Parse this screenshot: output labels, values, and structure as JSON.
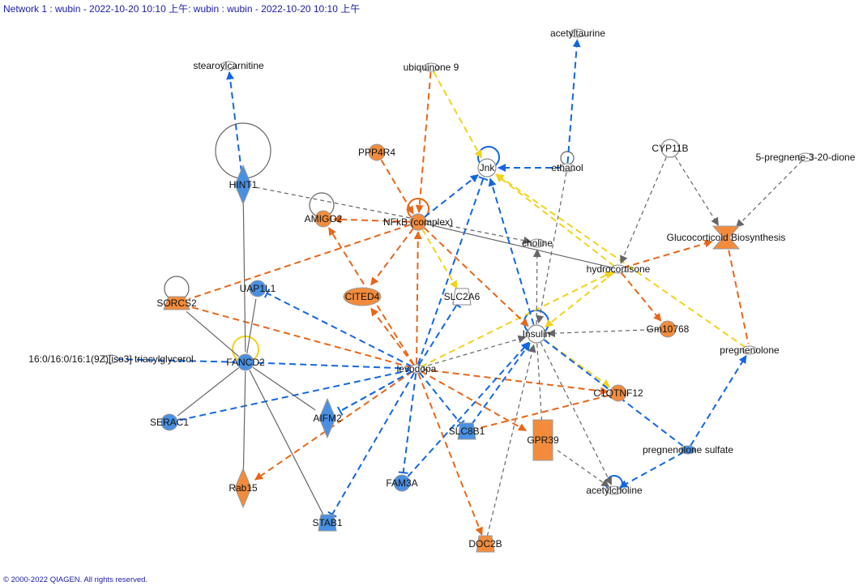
{
  "header": {
    "title": "Network 1 : wubin - 2022-10-20 10:10 上午: wubin : wubin - 2022-10-20 10:10 上午"
  },
  "footer": {
    "copyright": "© 2000-2022 QIAGEN. All rights reserved."
  },
  "colors": {
    "up": "#f28c3c",
    "down": "#4a90e2",
    "neutral": "#ffffff",
    "edge_orange": "#e8661a",
    "edge_blue": "#1366e0",
    "edge_yellow": "#f2d21b",
    "edge_gray": "#666666"
  },
  "nodes": [
    {
      "id": "levodopa",
      "label": "levodopa",
      "type": "chemical",
      "color": "neutral"
    },
    {
      "id": "insulin",
      "label": "Insulin",
      "type": "group",
      "color": "neutral"
    },
    {
      "id": "nfkb",
      "label": "NFkB (complex)",
      "type": "complex",
      "color": "up"
    },
    {
      "id": "jnk",
      "label": "Jnk",
      "type": "group",
      "color": "neutral"
    },
    {
      "id": "ethanol",
      "label": "ethanol",
      "type": "chemical",
      "color": "neutral"
    },
    {
      "id": "acetyltaurine",
      "label": "acetyltaurine",
      "type": "chemical",
      "color": "neutral"
    },
    {
      "id": "ubiquinone",
      "label": "ubiquinone 9",
      "type": "chemical",
      "color": "neutral"
    },
    {
      "id": "stearoyl",
      "label": "stearoylcarnitine",
      "type": "chemical",
      "color": "neutral"
    },
    {
      "id": "hint1",
      "label": "HINT1",
      "type": "enzyme",
      "color": "down"
    },
    {
      "id": "ppp4r4",
      "label": "PPP4R4",
      "type": "other",
      "color": "up"
    },
    {
      "id": "amigo2",
      "label": "AMIGO2",
      "type": "other",
      "color": "up"
    },
    {
      "id": "cyp11b",
      "label": "CYP11B",
      "type": "group",
      "color": "neutral"
    },
    {
      "id": "pregdione",
      "label": "5-pregnene-3-20-dione",
      "type": "chemical",
      "color": "neutral"
    },
    {
      "id": "gluco",
      "label": "Glucocorticoid Biosynthesis",
      "type": "process",
      "color": "up"
    },
    {
      "id": "choline",
      "label": "choline",
      "type": "chemical",
      "color": "neutral"
    },
    {
      "id": "hydrocortisone",
      "label": "hydrocortisone",
      "type": "chemical",
      "color": "neutral"
    },
    {
      "id": "uap1l1",
      "label": "UAP1L1",
      "type": "other",
      "color": "down"
    },
    {
      "id": "sorcs2",
      "label": "SORCS2",
      "type": "receptor",
      "color": "up"
    },
    {
      "id": "cited4",
      "label": "CITED4",
      "type": "tf",
      "color": "up"
    },
    {
      "id": "slc2a6",
      "label": "SLC2A6",
      "type": "transporter",
      "color": "neutral"
    },
    {
      "id": "gm10768",
      "label": "Gm10768",
      "type": "other",
      "color": "up"
    },
    {
      "id": "pregnenolone",
      "label": "pregnenolone",
      "type": "chemical",
      "color": "neutral"
    },
    {
      "id": "tag",
      "label": "16:0/16:0/16:1(9Z)[iso3] triacylglycerol",
      "type": "chemical",
      "color": "neutral"
    },
    {
      "id": "fancd2",
      "label": "FANCD2",
      "type": "other",
      "color": "down"
    },
    {
      "id": "c1qtnf12",
      "label": "C1QTNF12",
      "type": "other",
      "color": "up"
    },
    {
      "id": "serac1",
      "label": "SERAC1",
      "type": "other",
      "color": "down"
    },
    {
      "id": "aifm2",
      "label": "AIFM2",
      "type": "enzyme",
      "color": "down"
    },
    {
      "id": "slc8b1",
      "label": "SLC8B1",
      "type": "transporter",
      "color": "down"
    },
    {
      "id": "gpr39",
      "label": "GPR39",
      "type": "gpcr",
      "color": "up"
    },
    {
      "id": "pregsulfate",
      "label": "pregnenolone sulfate",
      "type": "chemical",
      "color": "down"
    },
    {
      "id": "rab15",
      "label": "Rab15",
      "type": "enzyme",
      "color": "up"
    },
    {
      "id": "fam3a",
      "label": "FAM3A",
      "type": "other",
      "color": "down"
    },
    {
      "id": "acetylcholine",
      "label": "acetylcholine",
      "type": "chemical",
      "color": "neutral"
    },
    {
      "id": "stab1",
      "label": "STAB1",
      "type": "transporter",
      "color": "down"
    },
    {
      "id": "doc2b",
      "label": "DOC2B",
      "type": "transporter",
      "color": "up"
    }
  ],
  "edges": [
    {
      "from": "levodopa",
      "to": "nfkb",
      "color": "edge_orange",
      "style": "dashed",
      "end": "arrow"
    },
    {
      "from": "levodopa",
      "to": "amigo2",
      "color": "edge_orange",
      "style": "dashed",
      "end": "arrow"
    },
    {
      "from": "levodopa",
      "to": "cited4",
      "color": "edge_orange",
      "style": "dashed",
      "end": "arrow"
    },
    {
      "from": "levodopa",
      "to": "sorcs2",
      "color": "edge_orange",
      "style": "dashed",
      "end": "none"
    },
    {
      "from": "levodopa",
      "to": "uap1l1",
      "color": "edge_blue",
      "style": "dashed",
      "end": "bar"
    },
    {
      "from": "levodopa",
      "to": "fancd2",
      "color": "edge_blue",
      "style": "dashed",
      "end": "none"
    },
    {
      "from": "levodopa",
      "to": "serac1",
      "color": "edge_blue",
      "style": "dashed",
      "end": "none"
    },
    {
      "from": "levodopa",
      "to": "aifm2",
      "color": "edge_blue",
      "style": "dashed",
      "end": "bar"
    },
    {
      "from": "levodopa",
      "to": "rab15",
      "color": "edge_orange",
      "style": "dashed",
      "end": "arrow"
    },
    {
      "from": "levodopa",
      "to": "stab1",
      "color": "edge_blue",
      "style": "dashed",
      "end": "bar"
    },
    {
      "from": "levodopa",
      "to": "fam3a",
      "color": "edge_blue",
      "style": "dashed",
      "end": "bar"
    },
    {
      "from": "levodopa",
      "to": "doc2b",
      "color": "edge_orange",
      "style": "dashed",
      "end": "arrow"
    },
    {
      "from": "levodopa",
      "to": "slc8b1",
      "color": "edge_blue",
      "style": "dashed",
      "end": "bar"
    },
    {
      "from": "levodopa",
      "to": "gpr39",
      "color": "edge_orange",
      "style": "dashed",
      "end": "arrow"
    },
    {
      "from": "levodopa",
      "to": "c1qtnf12",
      "color": "edge_orange",
      "style": "dashed",
      "end": "arrow"
    },
    {
      "from": "levodopa",
      "to": "insulin",
      "color": "edge_gray",
      "style": "dashed",
      "end": "arrow"
    },
    {
      "from": "levodopa",
      "to": "jnk",
      "color": "edge_blue",
      "style": "dashed",
      "end": "bar"
    },
    {
      "from": "levodopa",
      "to": "slc2a6",
      "color": "edge_blue",
      "style": "dashed",
      "end": "bar"
    },
    {
      "from": "levodopa",
      "to": "hydrocortisone",
      "color": "edge_yellow",
      "style": "dashed",
      "end": "arrow"
    },
    {
      "from": "levodopa",
      "to": "aifm2",
      "color": "edge_blue",
      "style": "dashed",
      "end": "none"
    },
    {
      "from": "nfkb",
      "to": "cited4",
      "color": "edge_orange",
      "style": "dashed",
      "end": "arrow"
    },
    {
      "from": "nfkb",
      "to": "amigo2",
      "color": "edge_orange",
      "style": "dashed",
      "end": "arrow"
    },
    {
      "from": "nfkb",
      "to": "slc2a6",
      "color": "edge_yellow",
      "style": "dashed",
      "end": "arrow"
    },
    {
      "from": "nfkb",
      "to": "insulin",
      "color": "edge_orange",
      "style": "dashed",
      "end": "arrow"
    },
    {
      "from": "nfkb",
      "to": "hydrocortisone",
      "color": "edge_gray",
      "style": "solid",
      "end": "none"
    },
    {
      "from": "nfkb",
      "to": "sorcs2",
      "color": "edge_orange",
      "style": "dashed",
      "end": "none"
    },
    {
      "from": "ppp4r4",
      "to": "nfkb",
      "color": "edge_orange",
      "style": "dashed",
      "end": "arrow"
    },
    {
      "from": "ubiquinone",
      "to": "nfkb",
      "color": "edge_orange",
      "style": "dashed",
      "end": "arrow"
    },
    {
      "from": "ubiquinone",
      "to": "jnk",
      "color": "edge_yellow",
      "style": "dashed",
      "end": "arrow"
    },
    {
      "from": "hint1",
      "to": "stearoyl",
      "color": "edge_blue",
      "style": "dashed",
      "end": "arrow"
    },
    {
      "from": "hint1",
      "to": "choline",
      "color": "edge_gray",
      "style": "dashed",
      "end": "arrow"
    },
    {
      "from": "hint1",
      "to": "fancd2",
      "color": "edge_gray",
      "style": "solid",
      "end": "none"
    },
    {
      "from": "ethanol",
      "to": "acetyltaurine",
      "color": "edge_blue",
      "style": "dashed",
      "end": "arrow"
    },
    {
      "from": "ethanol",
      "to": "jnk",
      "color": "edge_blue",
      "style": "dashed",
      "end": "arrow"
    },
    {
      "from": "ethanol",
      "to": "insulin",
      "color": "edge_gray",
      "style": "dashed",
      "end": "arrow"
    },
    {
      "from": "nfkb",
      "to": "jnk",
      "color": "edge_blue",
      "style": "dashed",
      "end": "arrow"
    },
    {
      "from": "insulin",
      "to": "jnk",
      "color": "edge_blue",
      "style": "dashed",
      "end": "arrow"
    },
    {
      "from": "hydrocortisone",
      "to": "jnk",
      "color": "edge_yellow",
      "style": "dashed",
      "end": "arrow"
    },
    {
      "from": "pregnenolone",
      "to": "jnk",
      "color": "edge_yellow",
      "style": "dashed",
      "end": "arrow"
    },
    {
      "from": "cyp11b",
      "to": "gluco",
      "color": "edge_gray",
      "style": "dashed",
      "end": "arrow"
    },
    {
      "from": "cyp11b",
      "to": "hydrocortisone",
      "color": "edge_gray",
      "style": "dashed",
      "end": "arrow"
    },
    {
      "from": "pregdione",
      "to": "gluco",
      "color": "edge_gray",
      "style": "dashed",
      "end": "arrow"
    },
    {
      "from": "hydrocortisone",
      "to": "gluco",
      "color": "edge_orange",
      "style": "dashed",
      "end": "arrow"
    },
    {
      "from": "hydrocortisone",
      "to": "gm10768",
      "color": "edge_orange",
      "style": "dashed",
      "end": "arrow"
    },
    {
      "from": "hydrocortisone",
      "to": "insulin",
      "color": "edge_yellow",
      "style": "dashed",
      "end": "arrow"
    },
    {
      "from": "gluco",
      "to": "pregnenolone",
      "color": "edge_orange",
      "style": "dashed",
      "end": "none"
    },
    {
      "from": "insulin",
      "to": "choline",
      "color": "edge_gray",
      "style": "dashed",
      "end": "arrow"
    },
    {
      "from": "gm10768",
      "to": "insulin",
      "color": "edge_gray",
      "style": "dashed",
      "end": "arrow"
    },
    {
      "from": "insulin",
      "to": "c1qtnf12",
      "color": "edge_yellow",
      "style": "dashed",
      "end": "arrow"
    },
    {
      "from": "insulin",
      "to": "gpr39",
      "color": "edge_gray",
      "style": "dashed",
      "end": "none"
    },
    {
      "from": "insulin",
      "to": "acetylcholine",
      "color": "edge_gray",
      "style": "dashed",
      "end": "arrow"
    },
    {
      "from": "insulin",
      "to": "pregsulfate",
      "color": "edge_blue",
      "style": "dashed",
      "end": "none"
    },
    {
      "from": "slc8b1",
      "to": "insulin",
      "color": "edge_blue",
      "style": "dashed",
      "end": "arrow"
    },
    {
      "from": "fam3a",
      "to": "insulin",
      "color": "edge_blue",
      "style": "dashed",
      "end": "arrow"
    },
    {
      "from": "doc2b",
      "to": "insulin",
      "color": "edge_gray",
      "style": "dashed",
      "end": "arrow"
    },
    {
      "from": "gpr39",
      "to": "acetylcholine",
      "color": "edge_gray",
      "style": "dashed",
      "end": "arrow"
    },
    {
      "from": "pregsulfate",
      "to": "acetylcholine",
      "color": "edge_blue",
      "style": "dashed",
      "end": "arrow"
    },
    {
      "from": "pregsulfate",
      "to": "pregnenolone",
      "color": "edge_blue",
      "style": "dashed",
      "end": "arrow"
    },
    {
      "from": "tag",
      "to": "fancd2",
      "color": "edge_blue",
      "style": "dashed",
      "end": "none"
    },
    {
      "from": "fancd2",
      "to": "sorcs2",
      "color": "edge_gray",
      "style": "solid",
      "end": "none"
    },
    {
      "from": "fancd2",
      "to": "uap1l1",
      "color": "edge_gray",
      "style": "solid",
      "end": "none"
    },
    {
      "from": "fancd2",
      "to": "serac1",
      "color": "edge_gray",
      "style": "solid",
      "end": "none"
    },
    {
      "from": "fancd2",
      "to": "aifm2",
      "color": "edge_gray",
      "style": "solid",
      "end": "none"
    },
    {
      "from": "fancd2",
      "to": "rab15",
      "color": "edge_gray",
      "style": "solid",
      "end": "none"
    },
    {
      "from": "fancd2",
      "to": "stab1",
      "color": "edge_gray",
      "style": "solid",
      "end": "none"
    },
    {
      "from": "c1qtnf12",
      "to": "slc8b1",
      "color": "edge_orange",
      "style": "dashed",
      "end": "none"
    }
  ],
  "self_loops": [
    {
      "node": "hint1",
      "color": "edge_gray"
    },
    {
      "node": "amigo2",
      "color": "edge_gray"
    },
    {
      "node": "nfkb",
      "color": "edge_orange"
    },
    {
      "node": "jnk",
      "color": "edge_blue"
    },
    {
      "node": "ethanol",
      "color": "edge_gray"
    },
    {
      "node": "sorcs2",
      "color": "edge_gray"
    },
    {
      "node": "fancd2",
      "color": "edge_yellow"
    },
    {
      "node": "insulin",
      "color": "edge_blue"
    },
    {
      "node": "acetylcholine",
      "color": "edge_blue"
    }
  ]
}
